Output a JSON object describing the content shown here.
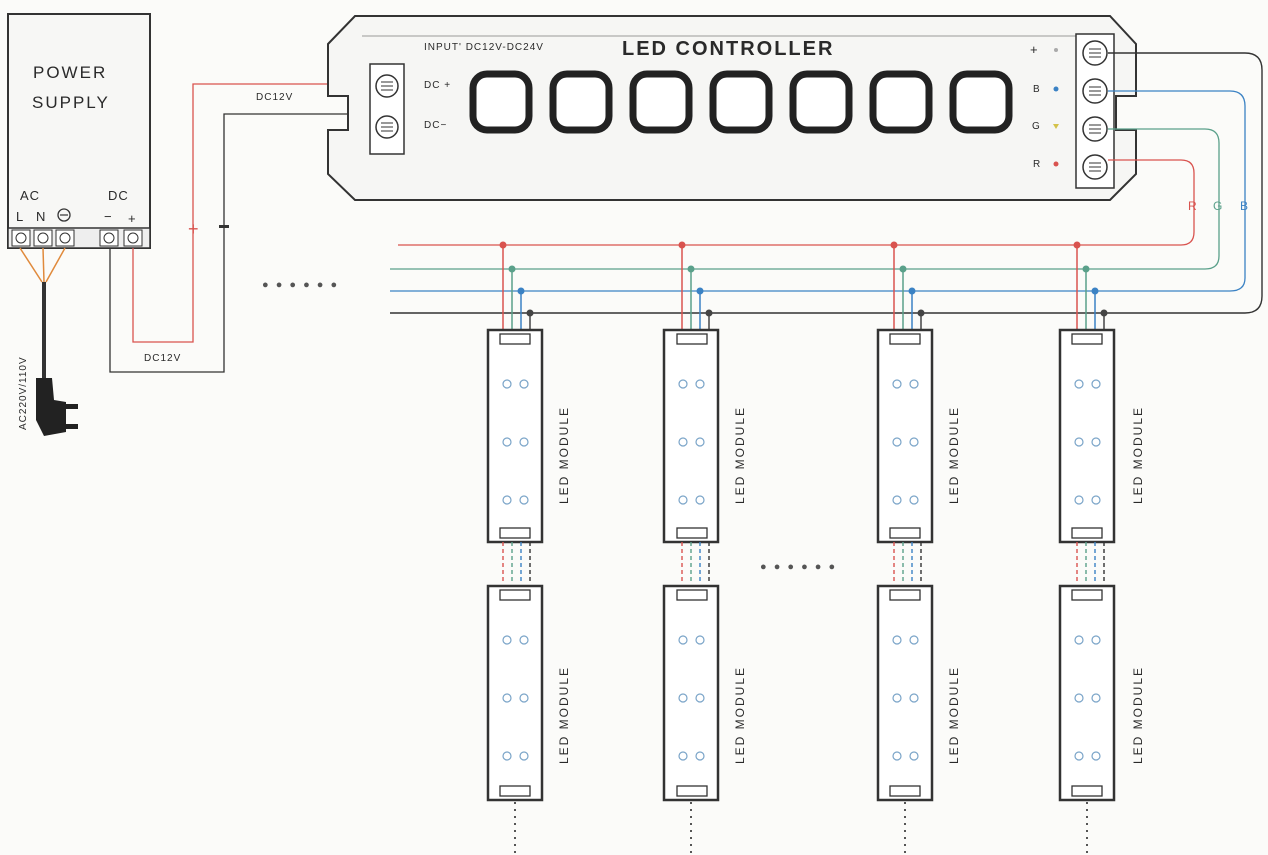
{
  "power_supply": {
    "title_line1": "POWER",
    "title_line2": "SUPPLY",
    "ac_label": "AC",
    "dc_label": "DC",
    "l_label": "L",
    "n_label": "N",
    "minus_label": "−",
    "plus_label": "+",
    "mains_label": "AC220V/110V"
  },
  "controller": {
    "title": "LED  CONTROLLER",
    "input_label": "INPUT' DC12V-DC24V",
    "dc_plus": "DC +",
    "dc_minus": "DC−",
    "out_plus": "+",
    "out_b": "B",
    "out_g": "G",
    "out_r": "R",
    "button_count": 7
  },
  "wiring": {
    "dc_label_top": "DC12V",
    "dc_label_bottom": "DC12V",
    "plus_sign": "+",
    "minus_sign": "−",
    "rgb_r": "R",
    "rgb_g": "G",
    "rgb_b": "B",
    "ellipsis_left": "● ● ● ● ● ●",
    "ellipsis_mid": "● ● ● ● ● ●"
  },
  "modules": {
    "label": "LED  MODULE",
    "columns": 4,
    "rows": 2
  },
  "colors": {
    "red_wire": "#d9534f",
    "green_wire": "#5aa08a",
    "blue_wire": "#3b82c4",
    "black_wire": "#444444",
    "orange_wire": "#e08a3c",
    "outline": "#333333"
  }
}
